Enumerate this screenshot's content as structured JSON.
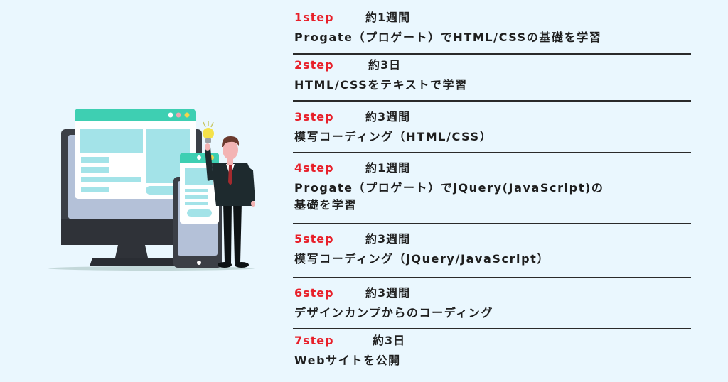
{
  "steps": [
    {
      "label": "1step",
      "duration": "約1週間",
      "description": "Progate（プロゲート）でHTML/CSSの基礎を学習"
    },
    {
      "label": "2step",
      "duration": "約3日",
      "description": "HTML/CSSをテキストで学習"
    },
    {
      "label": "3step",
      "duration": "約3週間",
      "description": "模写コーディング（HTML/CSS）"
    },
    {
      "label": "4step",
      "duration": "約1週間",
      "description": "Progate（プロゲート）でjQuery(JavaScript)の\n基礎を学習"
    },
    {
      "label": "5step",
      "duration": "約3週間",
      "description": "模写コーディング（jQuery/JavaScript）"
    },
    {
      "label": "6step",
      "duration": "約3週間",
      "description": "デザインカンプからのコーディング"
    },
    {
      "label": "7step",
      "duration": "約3日",
      "description": "Webサイトを公開"
    }
  ],
  "colors": {
    "background": "#eaf7fe",
    "step_label": "#e8202a",
    "text": "#1e1e1e",
    "divider": "#2a2a2a",
    "accent_green": "#3ecfb2",
    "panel_cyan": "#a3e3e8",
    "monitor_dark": "#3b3f46"
  },
  "illustration": {
    "description": "Businessman with lightbulb standing beside desktop monitor and smartphone showing web layouts"
  }
}
